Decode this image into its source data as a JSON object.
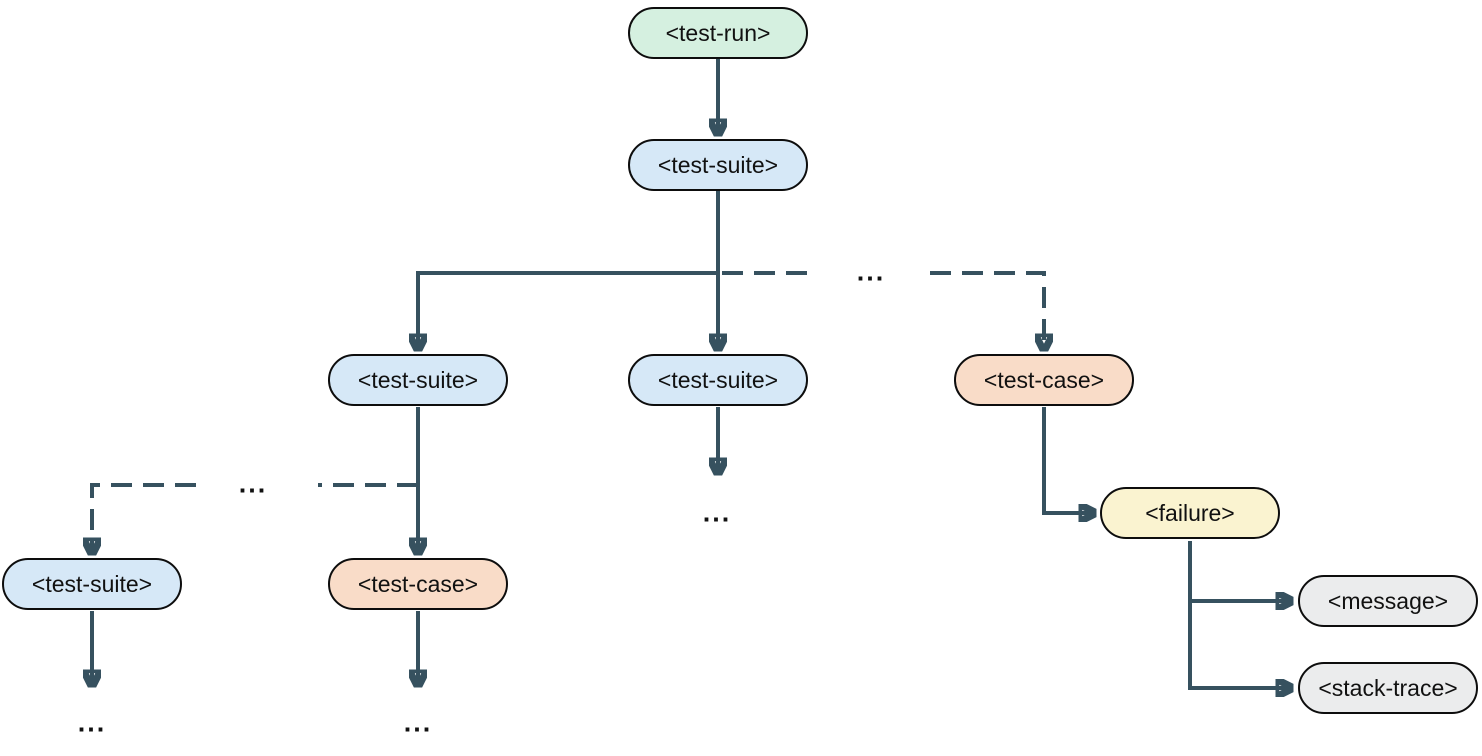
{
  "diagram": {
    "background": "#ffffff",
    "line_color": "#36515f",
    "border_color": "#0d0d0d",
    "ellipsis": {
      "label": "..."
    },
    "nodes": {
      "test_run": {
        "label": "<test-run>",
        "fill": "#d5f0e0"
      },
      "test_suite_root": {
        "label": "<test-suite>",
        "fill": "#d6e8f7"
      },
      "test_suite_left": {
        "label": "<test-suite>",
        "fill": "#d6e8f7"
      },
      "test_suite_mid": {
        "label": "<test-suite>",
        "fill": "#d6e8f7"
      },
      "test_case_right": {
        "label": "<test-case>",
        "fill": "#f9dcc8"
      },
      "test_suite_far_left": {
        "label": "<test-suite>",
        "fill": "#d6e8f7"
      },
      "test_case_left": {
        "label": "<test-case>",
        "fill": "#f9dcc8"
      },
      "failure": {
        "label": "<failure>",
        "fill": "#faf3d0"
      },
      "message": {
        "label": "<message>",
        "fill": "#ebeced"
      },
      "stack_trace": {
        "label": "<stack-trace>",
        "fill": "#ebeced"
      }
    },
    "edges": [
      {
        "from": "test_run",
        "to": "test_suite_root",
        "style": "solid"
      },
      {
        "from": "test_suite_root",
        "to": "test_suite_left",
        "style": "solid"
      },
      {
        "from": "test_suite_root",
        "to": "test_suite_mid",
        "style": "solid"
      },
      {
        "from": "test_suite_root",
        "to": "test_case_right",
        "style": "dashed"
      },
      {
        "from": "test_suite_left",
        "to": "test_suite_far_left",
        "style": "dashed"
      },
      {
        "from": "test_suite_left",
        "to": "test_case_left",
        "style": "solid"
      },
      {
        "from": "test_suite_mid",
        "to": "ellipsis",
        "style": "solid"
      },
      {
        "from": "test_suite_far_left",
        "to": "ellipsis",
        "style": "solid"
      },
      {
        "from": "test_case_left",
        "to": "ellipsis",
        "style": "solid"
      },
      {
        "from": "test_case_right",
        "to": "failure",
        "style": "solid"
      },
      {
        "from": "failure",
        "to": "message",
        "style": "solid"
      },
      {
        "from": "failure",
        "to": "stack_trace",
        "style": "solid"
      }
    ]
  }
}
